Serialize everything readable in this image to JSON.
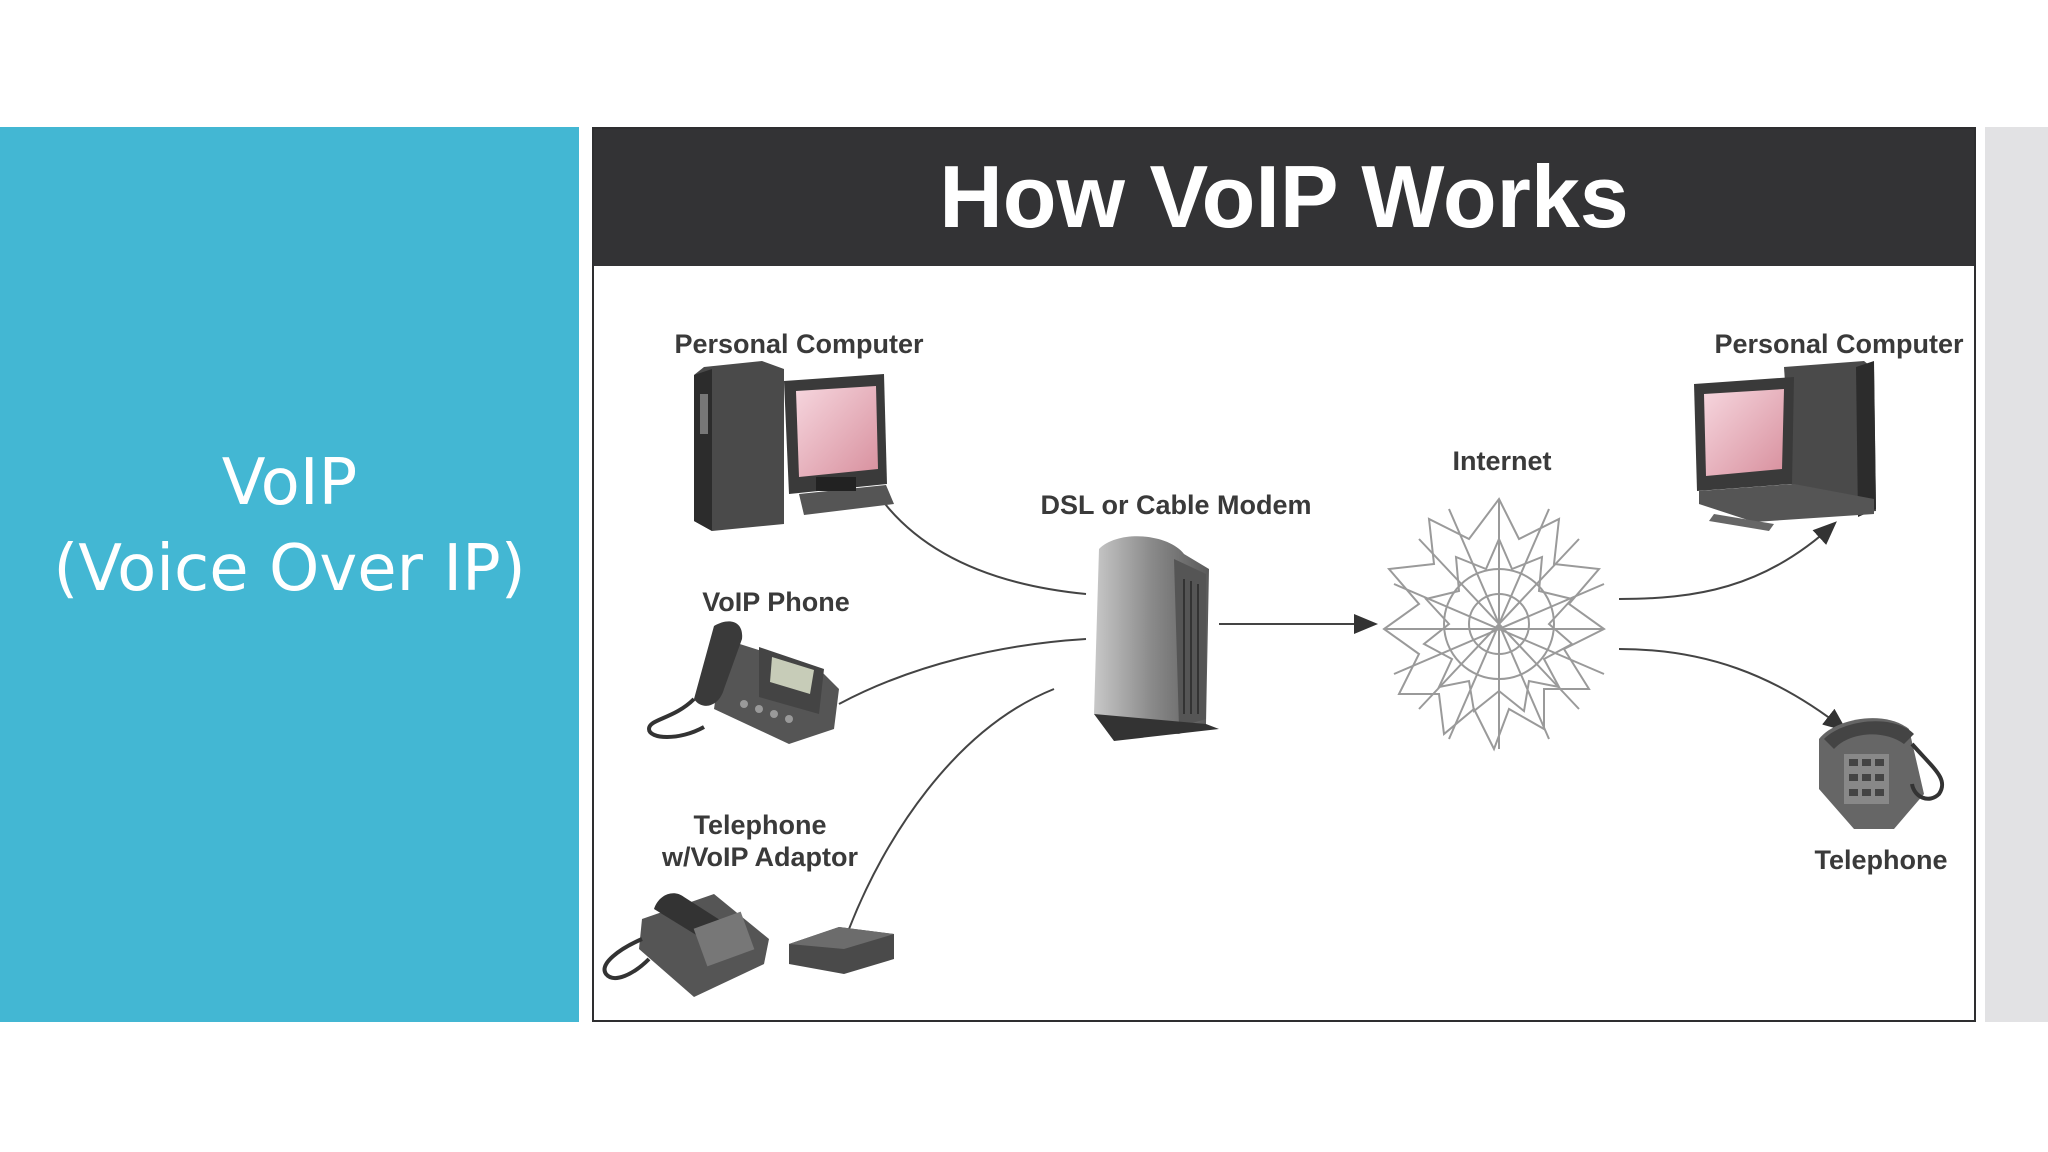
{
  "slide": {
    "title_line1": "VoIP",
    "title_line2": "(Voice Over IP)",
    "band_color": "#43b7d3"
  },
  "diagram": {
    "title": "How VoIP Works",
    "labels": {
      "pc_left": "Personal Computer",
      "voip_phone": "VoIP Phone",
      "telephone_adaptor_line1": "Telephone",
      "telephone_adaptor_line2": "w/VoIP Adaptor",
      "modem": "DSL or Cable Modem",
      "internet": "Internet",
      "pc_right": "Personal Computer",
      "telephone_right": "Telephone"
    }
  }
}
